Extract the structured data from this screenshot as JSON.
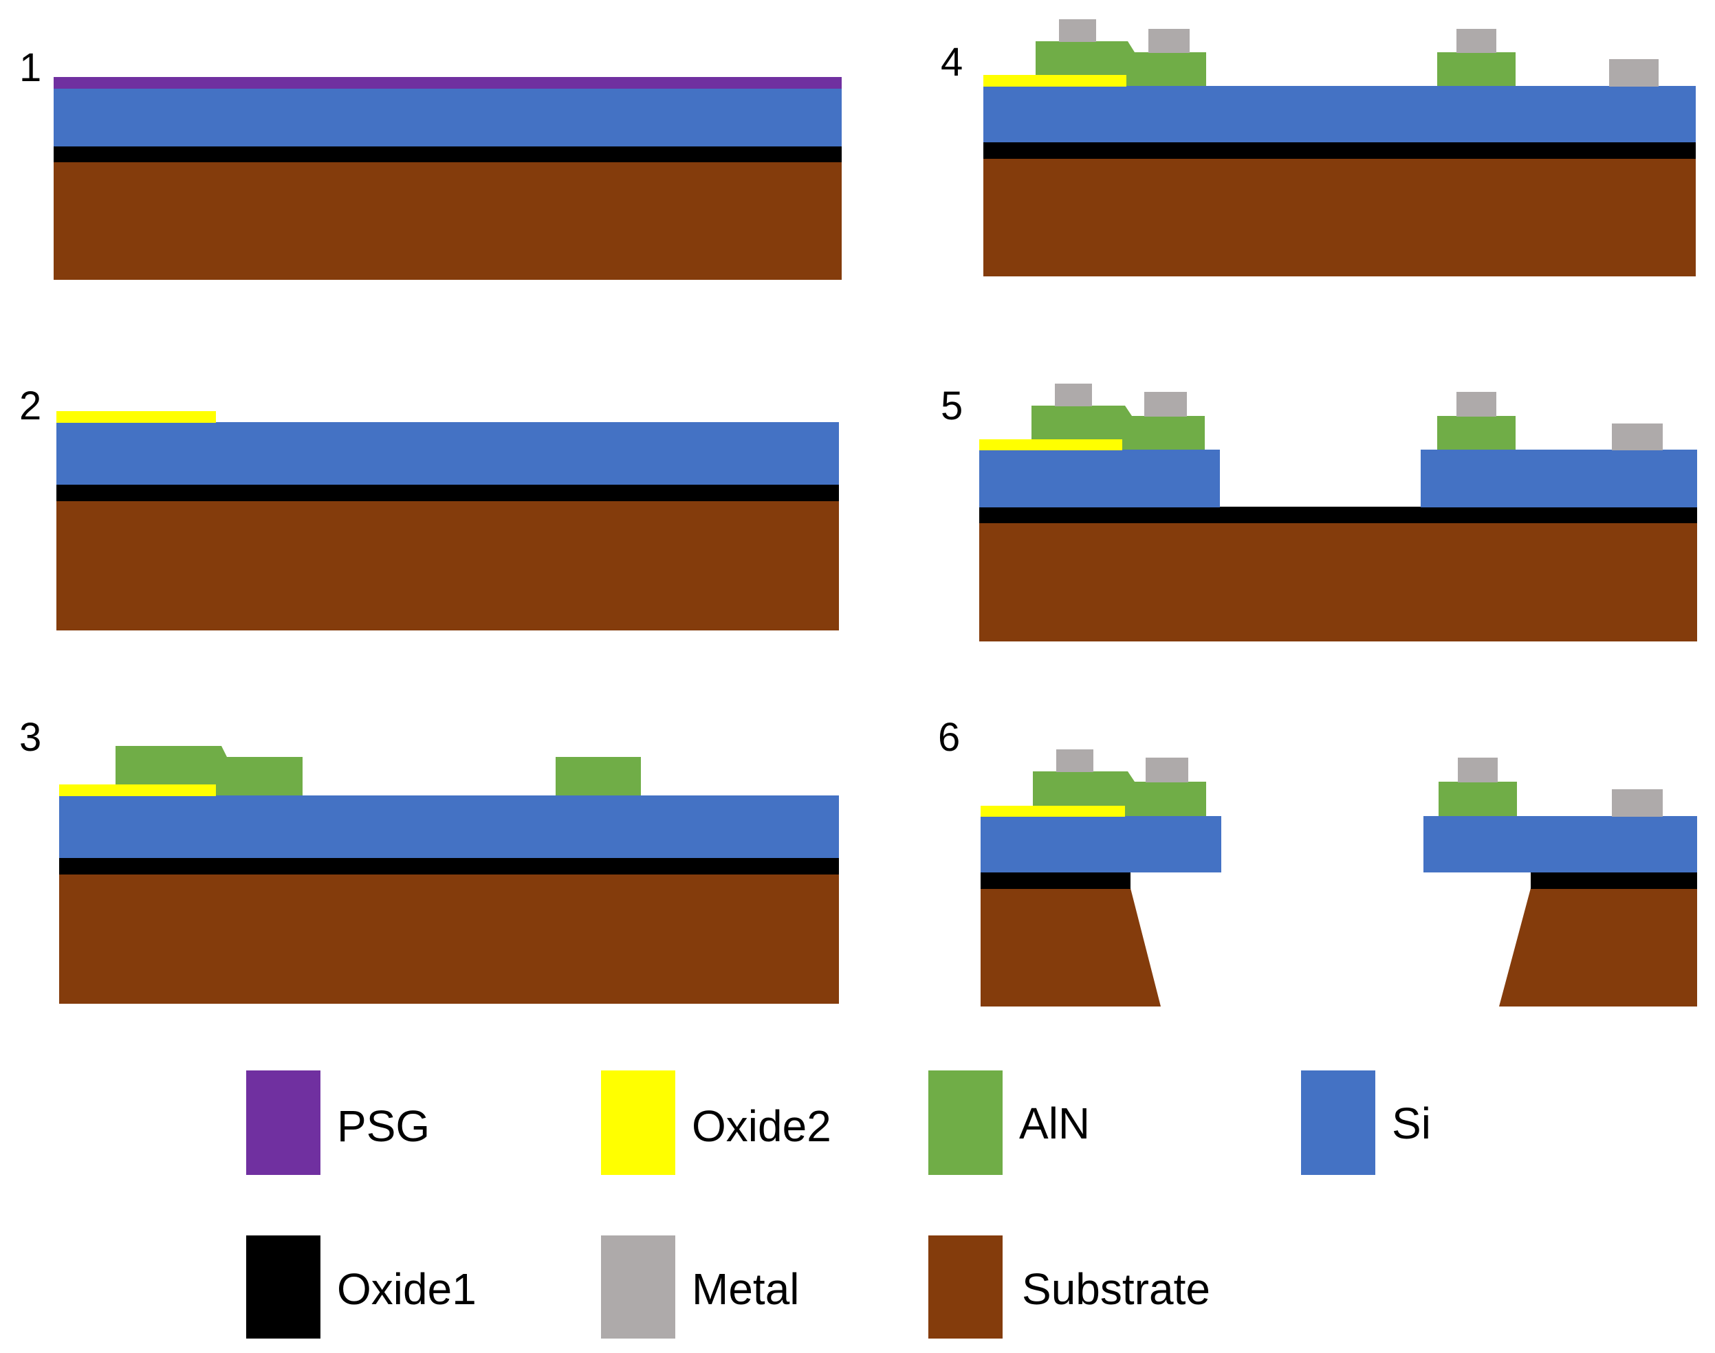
{
  "materials": {
    "psg": {
      "name": "PSG",
      "color": "#7030A0"
    },
    "oxide2": {
      "name": "Oxide2",
      "color": "#FFFF00"
    },
    "aln": {
      "name": "AlN",
      "color": "#70AD47"
    },
    "si": {
      "name": "Si",
      "color": "#4472C4"
    },
    "oxide1": {
      "name": "Oxide1",
      "color": "#000000"
    },
    "metal": {
      "name": "Metal",
      "color": "#AEAAAA"
    },
    "substrate": {
      "name": "Substrate",
      "color": "#843C0C"
    }
  },
  "steps": [
    {
      "label": "1"
    },
    {
      "label": "2"
    },
    {
      "label": "3"
    },
    {
      "label": "4"
    },
    {
      "label": "5"
    },
    {
      "label": "6"
    }
  ],
  "legend": [
    {
      "key": "psg"
    },
    {
      "key": "oxide2"
    },
    {
      "key": "aln"
    },
    {
      "key": "si"
    },
    {
      "key": "oxide1"
    },
    {
      "key": "metal"
    },
    {
      "key": "substrate"
    }
  ]
}
